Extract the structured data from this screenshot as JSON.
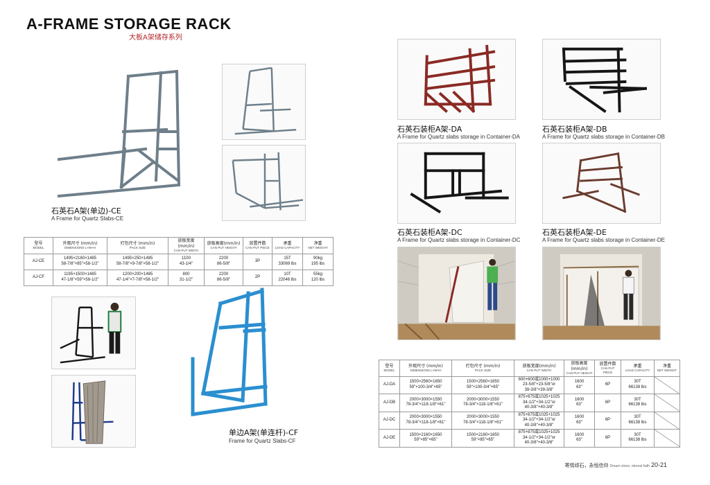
{
  "header": {
    "title": "A-FRAME STORAGE RACK",
    "subtitle": "大板A架储存系列"
  },
  "products": {
    "ce": {
      "cn": "石英石A架(单边)-CE",
      "en": "A Frame for Quartz Slabs-CE"
    },
    "cf": {
      "cn": "单边A架(单连杆)-CF",
      "en": "Frame for Quartz Slabs-CF"
    },
    "da": {
      "cn": "石英石装柜A架-DA",
      "en": "A Frame for Quartz slabs storage in Container-DA"
    },
    "db": {
      "cn": "石英石装柜A架-DB",
      "en": "A Frame for Quartz slabs storage in Container-DB"
    },
    "dc": {
      "cn": "石英石装柜A架-DC",
      "en": "A Frame for Quartz slabs storage in Container-DC"
    },
    "de": {
      "cn": "石英石装柜A架-DE",
      "en": "A Frame for Quartz slabs storage in Container-DE"
    }
  },
  "table_headers": [
    {
      "cn": "型号",
      "en": "MODEL"
    },
    {
      "cn": "外观尺寸 (mm/in)",
      "en": "DIMENSIONS L×W×H"
    },
    {
      "cn": "打包尺寸 (mm/in)",
      "en": "PACK SIZE"
    },
    {
      "cn": "放板宽度(mm/in)",
      "en": "CAN PUT WIDTH"
    },
    {
      "cn": "放板高度(mm/in)",
      "en": "CAN PUT HEIGHT"
    },
    {
      "cn": "放置件数",
      "en": "CAN PUT PIECE"
    },
    {
      "cn": "承重",
      "en": "LOAD CAPACITY"
    },
    {
      "cn": "净重",
      "en": "NET WEIGHT"
    }
  ],
  "table1": {
    "rows": [
      {
        "model": "AJ-CE",
        "dim": [
          "1495×2160×1485",
          "58-7/8\"×85\"×58-1/2\""
        ],
        "pack": [
          "1495×250×1485",
          "58-7/8\"×9-7/8\"×58-1/2\""
        ],
        "width": [
          "1100",
          "43-1/4\""
        ],
        "height": [
          "2200",
          "86-5/8\""
        ],
        "piece": "3P",
        "load": [
          "15T",
          "33069 lbs"
        ],
        "weight": [
          "90kg",
          "195 lbs"
        ]
      },
      {
        "model": "AJ-CF",
        "dim": [
          "1195×1500×1485",
          "47-1/8\"×59\"×58-1/2\""
        ],
        "pack": [
          "1200×200×1485",
          "47-1/4\"×7-7/8\"×58-1/2\""
        ],
        "width": [
          "800",
          "31-1/2\""
        ],
        "height": [
          "2200",
          "86-5/8\""
        ],
        "piece": "2P",
        "load": [
          "10T",
          "22046 lbs"
        ],
        "weight": [
          "55kg",
          "120 lbs"
        ]
      }
    ]
  },
  "table2": {
    "rows": [
      {
        "model": "AJ-DA",
        "dim": [
          "1500×2560×1650",
          "59\"×100-3/4\"×65\""
        ],
        "pack": [
          "1500×2560×1650",
          "59\"×100-3/4\"×65\""
        ],
        "width": [
          "600+600或1000+1000",
          "23-5/8\"+23-5/8\"or",
          "39-3/8\"+39-3/8\""
        ],
        "height": [
          "1600",
          "63\""
        ],
        "piece": "6P",
        "load": [
          "30T",
          "66138 lbs"
        ]
      },
      {
        "model": "AJ-DB",
        "dim": [
          "2000×3000×1550",
          "78-3/4\"×118-1/8\"×61\""
        ],
        "pack": [
          "2000×3000×1550",
          "78-3/4\"×118-1/8\"×61\""
        ],
        "width": [
          "875+875或1025+1025",
          "34-1/2\"+34-1/2\"or",
          "40-3/8\"+40-3/8\""
        ],
        "height": [
          "1600",
          "63\""
        ],
        "piece": "6P",
        "load": [
          "30T",
          "66138 lbs"
        ]
      },
      {
        "model": "AJ-DC",
        "dim": [
          "2000×3000×1550",
          "78-3/4\"×118-1/8\"×61\""
        ],
        "pack": [
          "2000×3000×1550",
          "78-3/4\"×118-1/8\"×61\""
        ],
        "width": [
          "875+875或1025+1025",
          "34-1/2\"+34-1/2\"or",
          "40-3/8\"+40-3/8\""
        ],
        "height": [
          "1600",
          "63\""
        ],
        "piece": "6P",
        "load": [
          "30T",
          "66138 lbs"
        ]
      },
      {
        "model": "AJ-DE",
        "dim": [
          "1500×2160×1650",
          "59\"×85\"×65\""
        ],
        "pack": [
          "1500×2160×1650",
          "59\"×85\"×65\""
        ],
        "width": [
          "875+875或1025+1025",
          "34-1/2\"+34-1/2\"or",
          "40-3/8\"+40-3/8\""
        ],
        "height": [
          "1600",
          "63\""
        ],
        "piece": "6P",
        "load": [
          "30T",
          "66138 lbs"
        ]
      }
    ]
  },
  "footer": {
    "label": "Dream stone, eternal faith",
    "cn": "寄情顽石，永恒信仰",
    "page": "20-21"
  },
  "colors": {
    "gray_rack": "#6e7f8a",
    "blue_rack": "#2b8fd0",
    "red_rack": "#8a2a24",
    "black_rack": "#161616",
    "brown_rack": "#6b3b2e",
    "accent_red": "#b3262b"
  }
}
